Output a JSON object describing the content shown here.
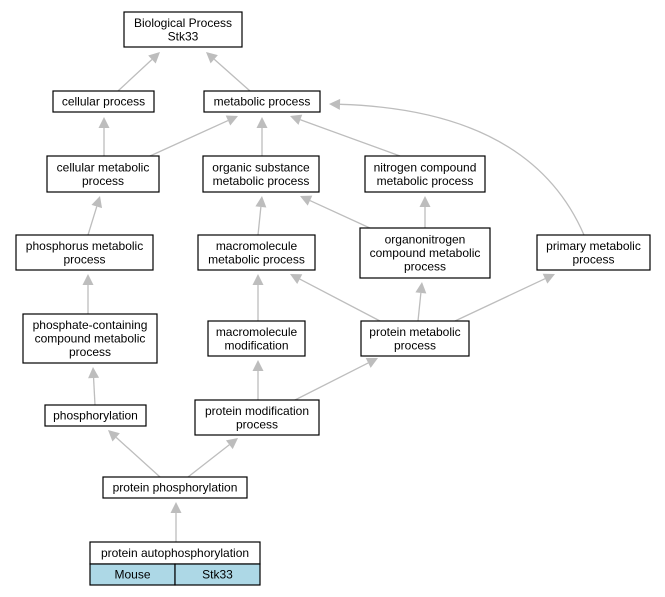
{
  "colors": {
    "edge": "#bdbdbd",
    "node_border": "#000000",
    "node_fill": "#ffffff",
    "tag_fill": "#add8e6"
  },
  "nodes": {
    "bp": [
      "Biological Process",
      "Stk33"
    ],
    "cellular": [
      "cellular process"
    ],
    "metabolic": [
      "metabolic process"
    ],
    "cell_metab": [
      "cellular metabolic",
      "process"
    ],
    "org_sub": [
      "organic substance",
      "metabolic process"
    ],
    "nitrogen": [
      "nitrogen compound",
      "metabolic process"
    ],
    "phosphorus": [
      "phosphorus metabolic",
      "process"
    ],
    "macro_metab": [
      "macromolecule",
      "metabolic process"
    ],
    "organonitrogen": [
      "organonitrogen",
      "compound metabolic",
      "process"
    ],
    "primary": [
      "primary metabolic",
      "process"
    ],
    "phosphate": [
      "phosphate-containing",
      "compound metabolic",
      "process"
    ],
    "macro_mod": [
      "macromolecule",
      "modification"
    ],
    "prot_metab": [
      "protein metabolic",
      "process"
    ],
    "phosphorylation": [
      "phosphorylation"
    ],
    "prot_mod": [
      "protein modification",
      "process"
    ],
    "prot_phos": [
      "protein phosphorylation"
    ],
    "autophos": [
      "protein autophosphorylation"
    ]
  },
  "tags": [
    "Mouse",
    "Stk33"
  ],
  "edges": [
    [
      "cellular",
      "bp"
    ],
    [
      "metabolic",
      "bp"
    ],
    [
      "cell_metab",
      "cellular"
    ],
    [
      "cell_metab",
      "metabolic"
    ],
    [
      "org_sub",
      "metabolic"
    ],
    [
      "nitrogen",
      "metabolic"
    ],
    [
      "primary",
      "metabolic"
    ],
    [
      "phosphorus",
      "cell_metab"
    ],
    [
      "macro_metab",
      "org_sub"
    ],
    [
      "organonitrogen",
      "org_sub"
    ],
    [
      "organonitrogen",
      "nitrogen"
    ],
    [
      "phosphate",
      "phosphorus"
    ],
    [
      "macro_mod",
      "macro_metab"
    ],
    [
      "prot_metab",
      "macro_metab"
    ],
    [
      "prot_metab",
      "organonitrogen"
    ],
    [
      "prot_metab",
      "primary"
    ],
    [
      "phosphorylation",
      "phosphate"
    ],
    [
      "prot_mod",
      "macro_mod"
    ],
    [
      "prot_mod",
      "prot_metab"
    ],
    [
      "prot_phos",
      "phosphorylation"
    ],
    [
      "prot_phos",
      "prot_mod"
    ],
    [
      "autophos",
      "prot_phos"
    ]
  ]
}
